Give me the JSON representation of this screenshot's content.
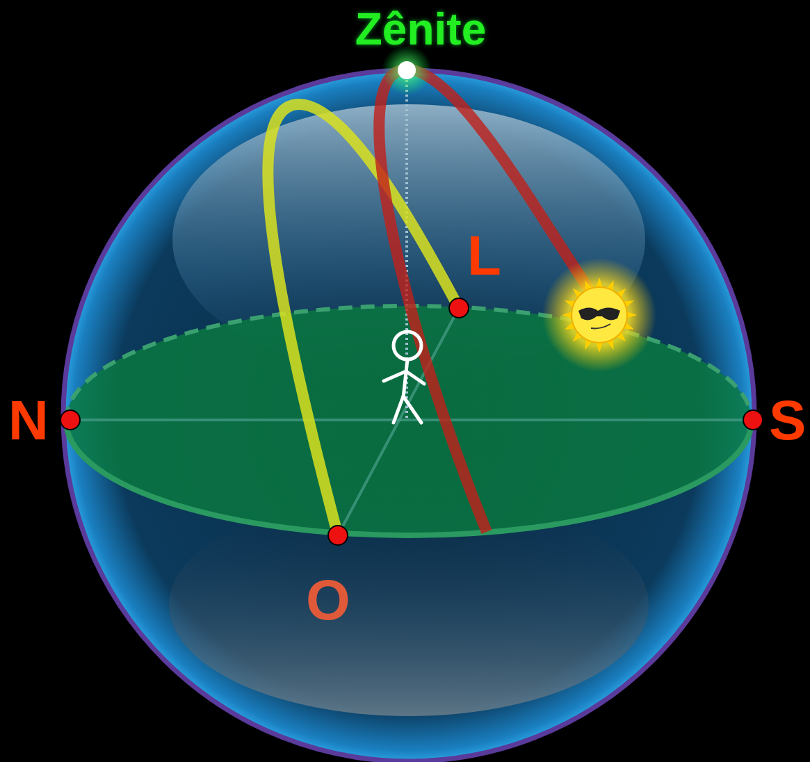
{
  "diagram": {
    "labels": [
      "Zênite",
      "L",
      "N",
      "S",
      "O"
    ]
  }
}
